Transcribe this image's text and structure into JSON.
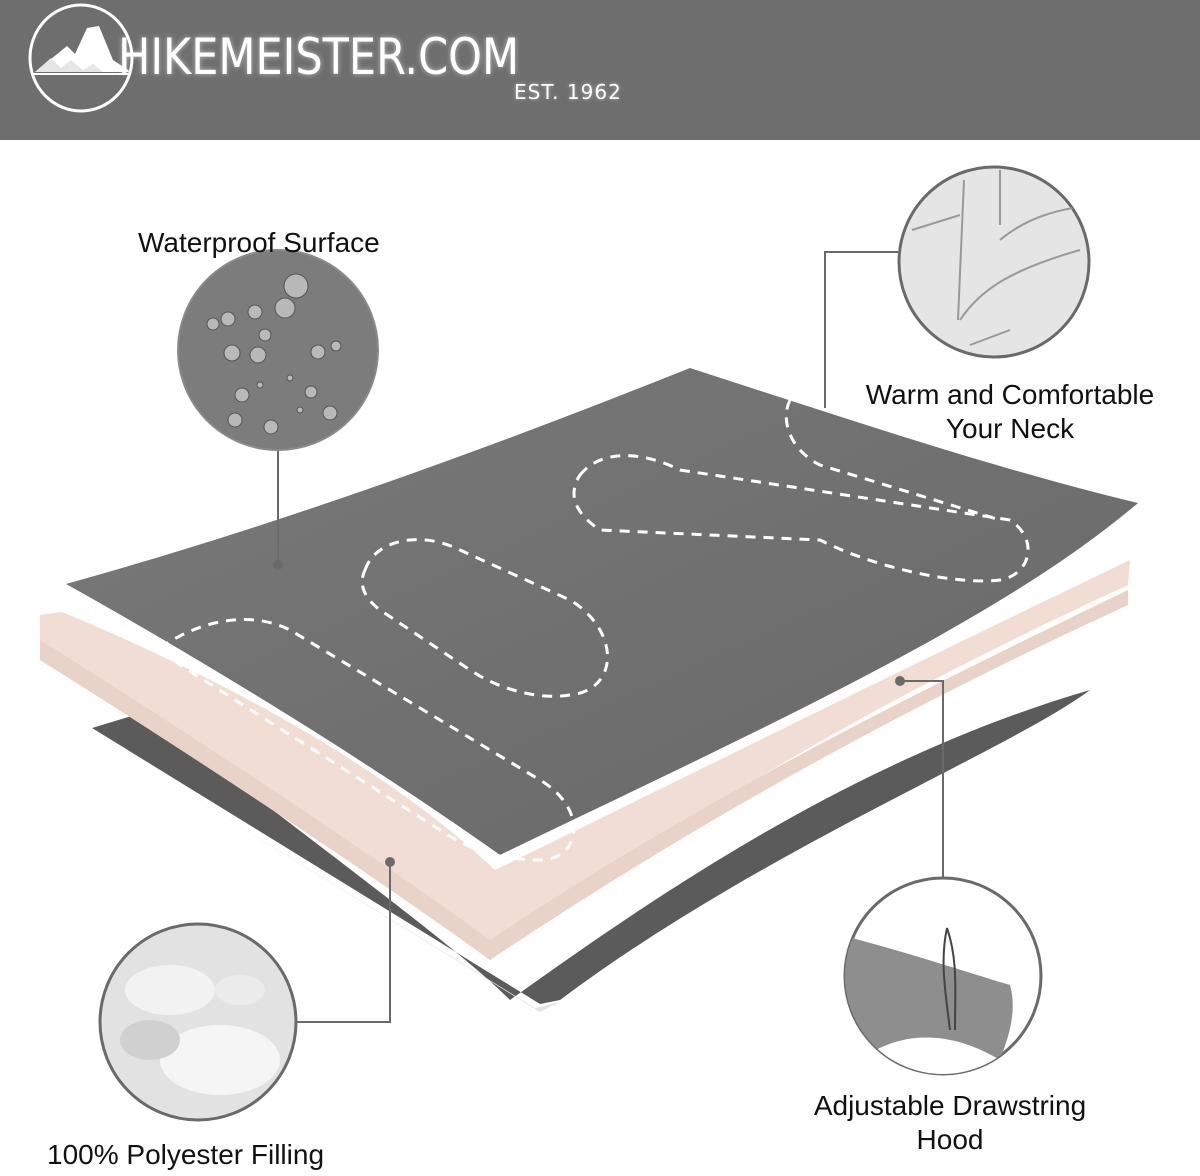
{
  "header": {
    "brand": "HIKEMEISTER.COM",
    "established": "EST. 1962",
    "logo_icon": "mountain-circle-logo-icon",
    "background_color": "#6e6e6e"
  },
  "features": [
    {
      "id": "waterproof",
      "title": "Waterproof Surface",
      "icon": "water-droplets-icon"
    },
    {
      "id": "neck",
      "title_line1": "Warm and Comfortable",
      "title_line2": "Your Neck",
      "icon": "quilted-fabric-icon"
    },
    {
      "id": "filling",
      "title": "100% Polyester Filling",
      "icon": "polyester-fiber-icon"
    },
    {
      "id": "hood",
      "title_line1": "Adjustable Drawstring",
      "title_line2": "Hood",
      "icon": "drawstring-hood-icon"
    }
  ],
  "colors": {
    "outer_layer": "#6f6f6f",
    "filling_layer": "#f2dfd6",
    "inner_layer": "#5a5a5a",
    "callout_line": "#6a6a6a",
    "stitching": "#ffffff"
  }
}
